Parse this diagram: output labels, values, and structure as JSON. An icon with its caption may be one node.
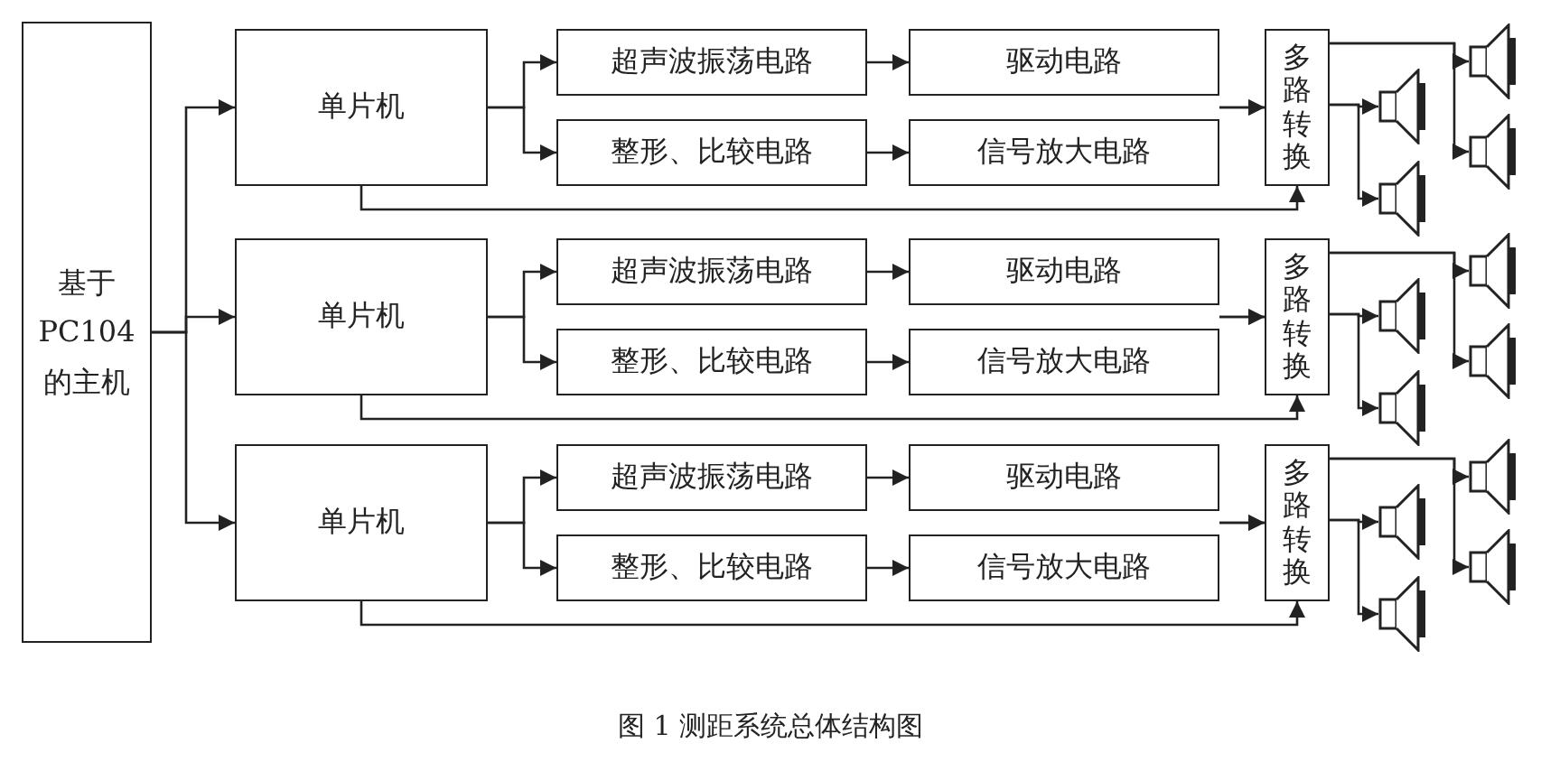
{
  "diagram": {
    "caption": "图 1 测距系统总体结构图",
    "nodes": [
      {
        "text": [
          "基于PC104的主机"
        ]
      },
      {
        "text": [
          "单片机"
        ]
      },
      {
        "text": [
          "超声波振荡电路"
        ]
      },
      {
        "text": [
          "整形、比较电路"
        ]
      },
      {
        "text": [
          "驱动电路"
        ]
      },
      {
        "text": [
          "信号放大电路"
        ]
      },
      {
        "text": [
          "多路转换"
        ]
      },
      {
        "text": [],
        "shape": "picture"
      },
      {
        "text": [],
        "shape": "picture"
      },
      {
        "text": [],
        "shape": "picture"
      },
      {
        "text": [],
        "shape": "picture"
      },
      {
        "text": [
          "单片机"
        ]
      },
      {
        "text": [
          "超声波振荡电路"
        ]
      },
      {
        "text": [
          "整形、比较电路"
        ]
      },
      {
        "text": [
          "驱动电路"
        ]
      },
      {
        "text": [
          "信号放大电路"
        ]
      },
      {
        "text": [
          "多路转换"
        ]
      },
      {
        "text": [],
        "shape": "picture"
      },
      {
        "text": [],
        "shape": "picture"
      },
      {
        "text": [],
        "shape": "picture"
      },
      {
        "text": [],
        "shape": "picture"
      },
      {
        "text": [
          "单片机"
        ]
      },
      {
        "text": [
          "超声波振荡电路"
        ]
      },
      {
        "text": [
          "整形、比较电路"
        ]
      },
      {
        "text": [
          "驱动电路"
        ]
      },
      {
        "text": [
          "信号放大电路"
        ]
      },
      {
        "text": [
          "多路转换"
        ]
      },
      {
        "text": [],
        "shape": "picture"
      },
      {
        "text": [],
        "shape": "picture"
      },
      {
        "text": [],
        "shape": "picture"
      },
      {
        "text": [],
        "shape": "picture"
      }
    ],
    "edges": [
      {
        "from": 0,
        "to": 1,
        "arrow": "to"
      },
      {
        "from": 1,
        "to": 2,
        "arrow": "to"
      },
      {
        "from": 1,
        "to": 3,
        "arrow": "to"
      },
      {
        "from": 2,
        "to": 4,
        "arrow": "to"
      },
      {
        "from": 3,
        "to": 5,
        "arrow": "to"
      },
      {
        "from": 4,
        "to": 6,
        "arrow": "to"
      },
      {
        "from": 5,
        "to": 6,
        "arrow": "to"
      },
      {
        "from": 1,
        "to": 6,
        "arrow": "to"
      },
      {
        "from": 6,
        "to": 7,
        "arrow": "to"
      },
      {
        "from": 6,
        "to": 8,
        "arrow": "to"
      },
      {
        "from": 6,
        "to": 9,
        "arrow": "to"
      },
      {
        "from": 6,
        "to": 10,
        "arrow": "to"
      },
      {
        "from": 0,
        "to": 11,
        "arrow": "to"
      },
      {
        "from": 11,
        "to": 12,
        "arrow": "to"
      },
      {
        "from": 11,
        "to": 13,
        "arrow": "to"
      },
      {
        "from": 12,
        "to": 14,
        "arrow": "to"
      },
      {
        "from": 13,
        "to": 15,
        "arrow": "to"
      },
      {
        "from": 14,
        "to": 16,
        "arrow": "to"
      },
      {
        "from": 15,
        "to": 16,
        "arrow": "to"
      },
      {
        "from": 11,
        "to": 16,
        "arrow": "to"
      },
      {
        "from": 16,
        "to": 17,
        "arrow": "to"
      },
      {
        "from": 16,
        "to": 18,
        "arrow": "to"
      },
      {
        "from": 16,
        "to": 19,
        "arrow": "to"
      },
      {
        "from": 16,
        "to": 20,
        "arrow": "to"
      },
      {
        "from": 0,
        "to": 21,
        "arrow": "to"
      },
      {
        "from": 21,
        "to": 22,
        "arrow": "to"
      },
      {
        "from": 21,
        "to": 23,
        "arrow": "to"
      },
      {
        "from": 22,
        "to": 24,
        "arrow": "to"
      },
      {
        "from": 23,
        "to": 25,
        "arrow": "to"
      },
      {
        "from": 24,
        "to": 26,
        "arrow": "to"
      },
      {
        "from": 25,
        "to": 26,
        "arrow": "to"
      },
      {
        "from": 21,
        "to": 26,
        "arrow": "to"
      },
      {
        "from": 26,
        "to": 27,
        "arrow": "to"
      },
      {
        "from": 26,
        "to": 28,
        "arrow": "to"
      },
      {
        "from": 26,
        "to": 29,
        "arrow": "to"
      },
      {
        "from": 26,
        "to": 30,
        "arrow": "to"
      }
    ]
  }
}
